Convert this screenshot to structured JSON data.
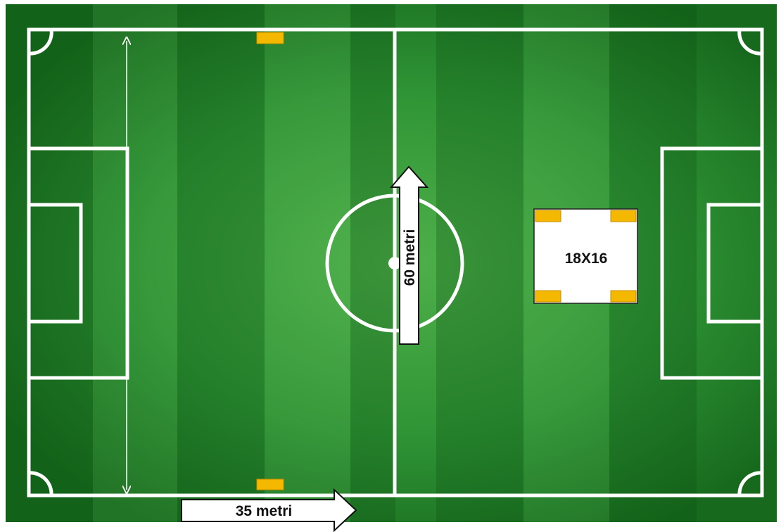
{
  "labels": {
    "width_arrow": "35 metri",
    "length_arrow": "60 metri",
    "zone_size": "18X16"
  },
  "colors": {
    "grass_dark": "#1a6e1f",
    "grass_light": "#2f9a33",
    "stripe_dark": "#0f5a14",
    "line": "#ffffff",
    "cone": "#f5b800",
    "cone_stroke": "#b98700",
    "text": "#111111"
  },
  "icons": {
    "width_arrow": "right-arrow-icon",
    "length_arrow": "up-arrow-icon",
    "measure_line": "double-headed-arrow-icon",
    "cone": "cone-marker-icon"
  }
}
